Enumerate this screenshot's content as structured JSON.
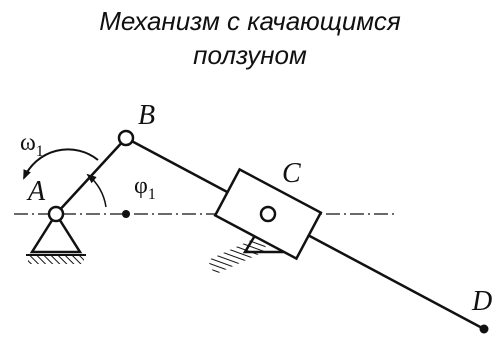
{
  "title": {
    "line1": "Механизм с качающимся",
    "line2": "ползуном"
  },
  "labels": {
    "A": "A",
    "B": "B",
    "C": "C",
    "D": "D",
    "omega": "ω",
    "omega_sub": "1",
    "phi": "φ",
    "phi_sub": "1"
  }
}
